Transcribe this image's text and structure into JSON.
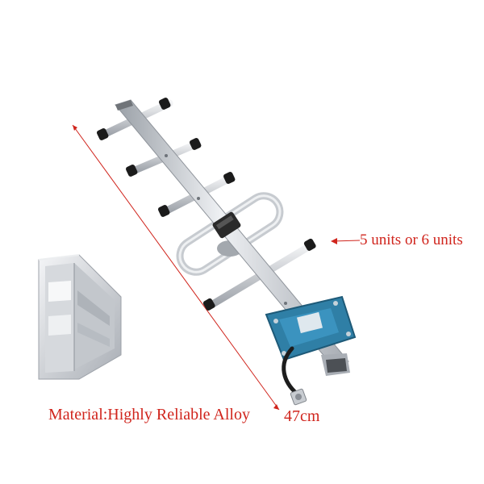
{
  "annotations": {
    "elements_label": "5 units or 6 units",
    "material_label": "Material:Highly Reliable Alloy",
    "length_label": "47cm"
  },
  "colors": {
    "annotation_red": "#d0241c",
    "aluminum_light": "#e4e6ea",
    "aluminum_mid": "#b9bdc3",
    "aluminum_dark": "#8a8f96",
    "end_cap": "#1b1b1b",
    "pcb_blue": "#2f7fa6"
  }
}
